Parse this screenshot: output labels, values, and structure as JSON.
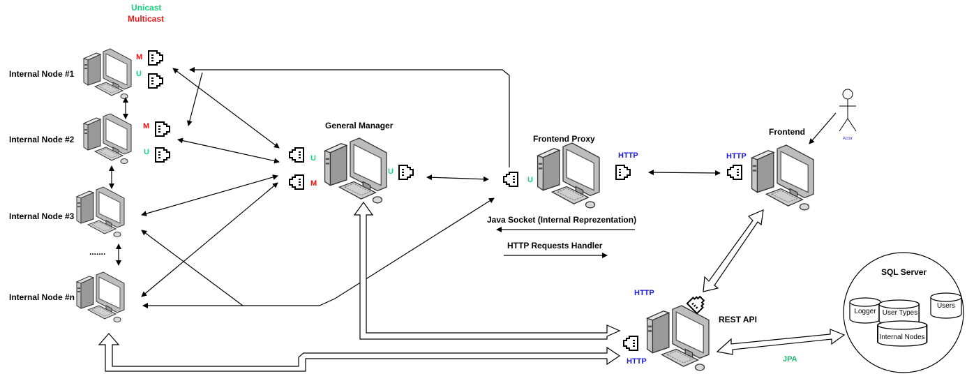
{
  "legend": {
    "unicast": "Unicast",
    "multicast": "Multicast"
  },
  "colors": {
    "unicast": "#19d47a",
    "multicast": "#e01b1b",
    "http": "#1a1ad8",
    "jpa": "#1fb86a"
  },
  "nodes": {
    "internal_node_1": "Internal Node #1",
    "internal_node_2": "Internal Node #2",
    "internal_node_3": "Internal Node #3",
    "internal_node_n": "Internal Node #n",
    "general_manager": "General Manager",
    "frontend_proxy": "Frontend Proxy",
    "frontend": "Frontend",
    "rest_api": "REST API",
    "actor": "Actor"
  },
  "ports": {
    "m": "M",
    "u": "U",
    "http": "HTTP"
  },
  "edges": {
    "java_socket": "Java Socket (Internal Reprezentation)",
    "http_handler": "HTTP Requests Handler",
    "jpa": "JPA",
    "ellipsis": "......."
  },
  "sql_server": {
    "title": "SQL Server",
    "tables": [
      "Logger",
      "User Types",
      "Users",
      "Internal Nodes"
    ]
  }
}
